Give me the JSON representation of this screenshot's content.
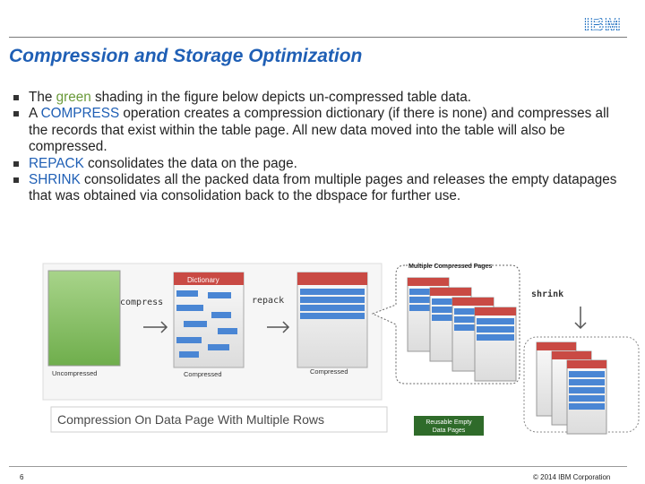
{
  "logo": {
    "text": "IBM",
    "color": "#1f70c1"
  },
  "title": "Compression and Storage Optimization",
  "bullets": [
    {
      "parts": [
        {
          "text": "The "
        },
        {
          "text": "green",
          "hl": "green"
        },
        {
          "text": " shading in the figure below depicts un-compressed table data."
        }
      ]
    },
    {
      "parts": [
        {
          "text": "A "
        },
        {
          "text": "COMPRESS",
          "hl": "blue"
        },
        {
          "text": " operation creates a compression dictionary (if there is none) and compresses all the records that exist within the table page. All new data moved into the table will also be compressed."
        }
      ]
    },
    {
      "parts": [
        {
          "text": "REPACK",
          "hl": "blue"
        },
        {
          "text": " consolidates the data on the page."
        }
      ]
    },
    {
      "parts": [
        {
          "text": "SHRINK",
          "hl": "blue"
        },
        {
          "text": " consolidates all the packed data from multiple pages and releases the empty datapages that was obtained via consolidation back to the dbspace for further use."
        }
      ]
    }
  ],
  "figure": {
    "compress_label": "compress",
    "repack_label": "repack",
    "shrink_label": "shrink",
    "dictionary_label": "Dictionary",
    "uncompressed_label": "Uncompressed",
    "compressed_label_1": "Compressed",
    "compressed_label_2": "Compressed",
    "multiple_pages_label": "Multiple Compressed Pages",
    "caption": "Compression On Data Page With Multiple Rows",
    "reusable_label_line1": "Reusable Empty",
    "reusable_label_line2": "Data Pages"
  },
  "colors": {
    "green": "#8dc26a",
    "blue": "#4a86d4",
    "red": "#d9534f",
    "dark_green": "#2f6b2a",
    "title_blue": "#1f5fb5"
  },
  "footer": {
    "page_number": "6",
    "copyright": "© 2014 IBM Corporation"
  }
}
